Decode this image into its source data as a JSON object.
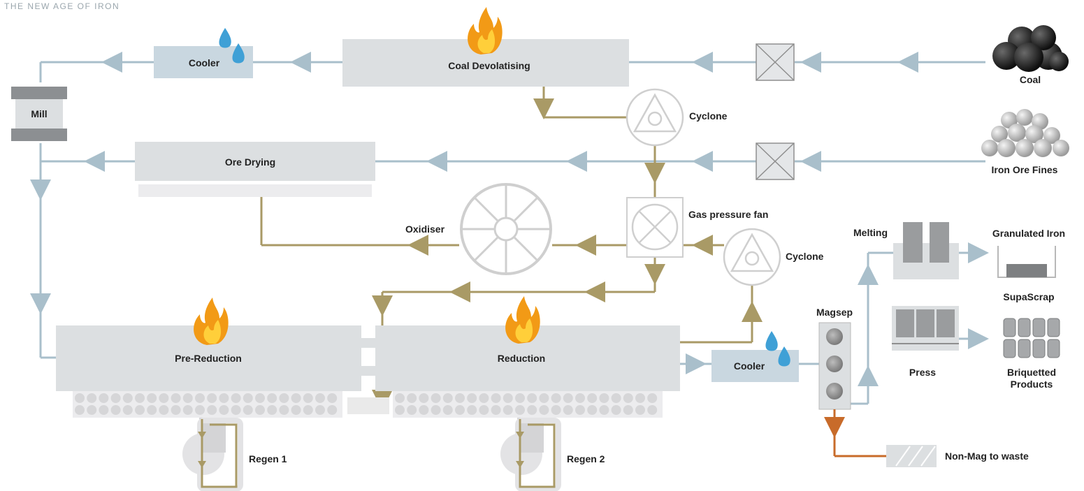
{
  "header": {
    "tagline": "THE NEW AGE OF IRON"
  },
  "units": {
    "cooler_top": "Cooler",
    "coal_devolatising": "Coal Devolatising",
    "mill": "Mill",
    "ore_drying": "Ore Drying",
    "cyclone_top": "Cyclone",
    "gas_pressure_fan": "Gas pressure fan",
    "oxidiser": "Oxidiser",
    "cyclone_mid": "Cyclone",
    "pre_reduction": "Pre-Reduction",
    "reduction": "Reduction",
    "regen_1": "Regen 1",
    "regen_2": "Regen 2",
    "cooler_bottom": "Cooler",
    "magsep": "Magsep",
    "melting": "Melting",
    "press": "Press",
    "non_mag": "Non-Mag to waste"
  },
  "inputs": {
    "coal": "Coal",
    "iron_ore_fines": "Iron Ore Fines"
  },
  "outputs": {
    "granulated_iron": "Granulated Iron",
    "supascrap": "SupaScrap",
    "briquetted_line1": "Briquetted",
    "briquetted_line2": "Products"
  },
  "colors": {
    "ore_flow": "#a9bfcb",
    "gas_flow": "#a99a66",
    "waste_flow": "#c86b2a",
    "unit_fill": "#dcdfe1",
    "cooler_fill": "#c9d7e0",
    "flame": "#f29a16",
    "water": "#3fa0d6"
  }
}
